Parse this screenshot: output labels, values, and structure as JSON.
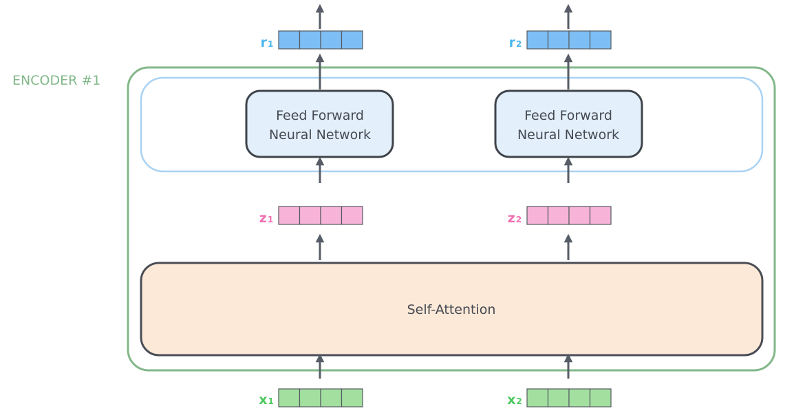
{
  "encoder": {
    "title": "ENCODER #1",
    "color": "#82b889"
  },
  "ffn": {
    "line1": "Feed Forward",
    "line2": "Neural Network",
    "fill": "#e3effb",
    "stroke": "#3f444a",
    "container_stroke": "#a9d2f3"
  },
  "self_attention": {
    "label": "Self-Attention",
    "fill": "#fde9d8",
    "stroke": "#4a4d55"
  },
  "vectors": {
    "r1": {
      "letter": "r",
      "sub": "1",
      "color": "#4db6ec",
      "fill": "#7dbef4"
    },
    "r2": {
      "letter": "r",
      "sub": "2",
      "color": "#4db6ec",
      "fill": "#7dbef4"
    },
    "z1": {
      "letter": "z",
      "sub": "1",
      "color": "#ef6fb0",
      "fill": "#f7b4d8"
    },
    "z2": {
      "letter": "z",
      "sub": "2",
      "color": "#ef6fb0",
      "fill": "#f7b4d8"
    },
    "x1": {
      "letter": "x",
      "sub": "1",
      "color": "#4bc95e",
      "fill": "#a3e0a0"
    },
    "x2": {
      "letter": "x",
      "sub": "2",
      "color": "#4bc95e",
      "fill": "#a3e0a0"
    }
  },
  "arrow_color": "#575d66"
}
